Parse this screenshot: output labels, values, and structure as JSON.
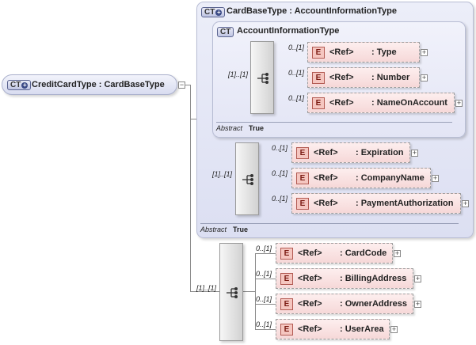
{
  "root": {
    "badge": "CT",
    "title": "CreditCardType : CardBaseType",
    "collapse_glyph": "−"
  },
  "outer_panel": {
    "badge": "CT",
    "title": "CardBaseType : AccountInformationType",
    "abstract_label": "Abstract",
    "abstract_value": "True"
  },
  "inner_panel": {
    "badge": "CT",
    "title": "AccountInformationType",
    "abstract_label": "Abstract",
    "abstract_value": "True"
  },
  "sequences": {
    "inner": {
      "occurs": "[1]..[1]"
    },
    "middle": {
      "occurs": "[1]..[1]"
    },
    "bottom": {
      "occurs": "[1]..[1]"
    }
  },
  "icons": {
    "element_badge": "E",
    "expand_glyph": "+",
    "sequence_icon": "sequence-compositor-icon"
  },
  "elements": {
    "inner": [
      {
        "occurs": "0..[1]",
        "ref": "<Ref>",
        "name": ": Type"
      },
      {
        "occurs": "0..[1]",
        "ref": "<Ref>",
        "name": ": Number"
      },
      {
        "occurs": "0..[1]",
        "ref": "<Ref>",
        "name": ": NameOnAccount"
      }
    ],
    "middle": [
      {
        "occurs": "0..[1]",
        "ref": "<Ref>",
        "name": ": Expiration"
      },
      {
        "occurs": "0..[1]",
        "ref": "<Ref>",
        "name": ": CompanyName"
      },
      {
        "occurs": "0..[1]",
        "ref": "<Ref>",
        "name": ": PaymentAuthorization"
      }
    ],
    "bottom": [
      {
        "occurs": "0..[1]",
        "ref": "<Ref>",
        "name": ": CardCode"
      },
      {
        "occurs": "0..[1]",
        "ref": "<Ref>",
        "name": ": BillingAddress"
      },
      {
        "occurs": "0..[1]",
        "ref": "<Ref>",
        "name": ": OwnerAddress"
      },
      {
        "occurs": "0..[1]",
        "ref": "<Ref>",
        "name": ": UserArea"
      }
    ]
  },
  "colors": {
    "element_fill": "#f6d8d8",
    "element_badge": "#f5c6c0",
    "ct_panel": "#dcdff2",
    "connector": "#8a8a8a"
  }
}
